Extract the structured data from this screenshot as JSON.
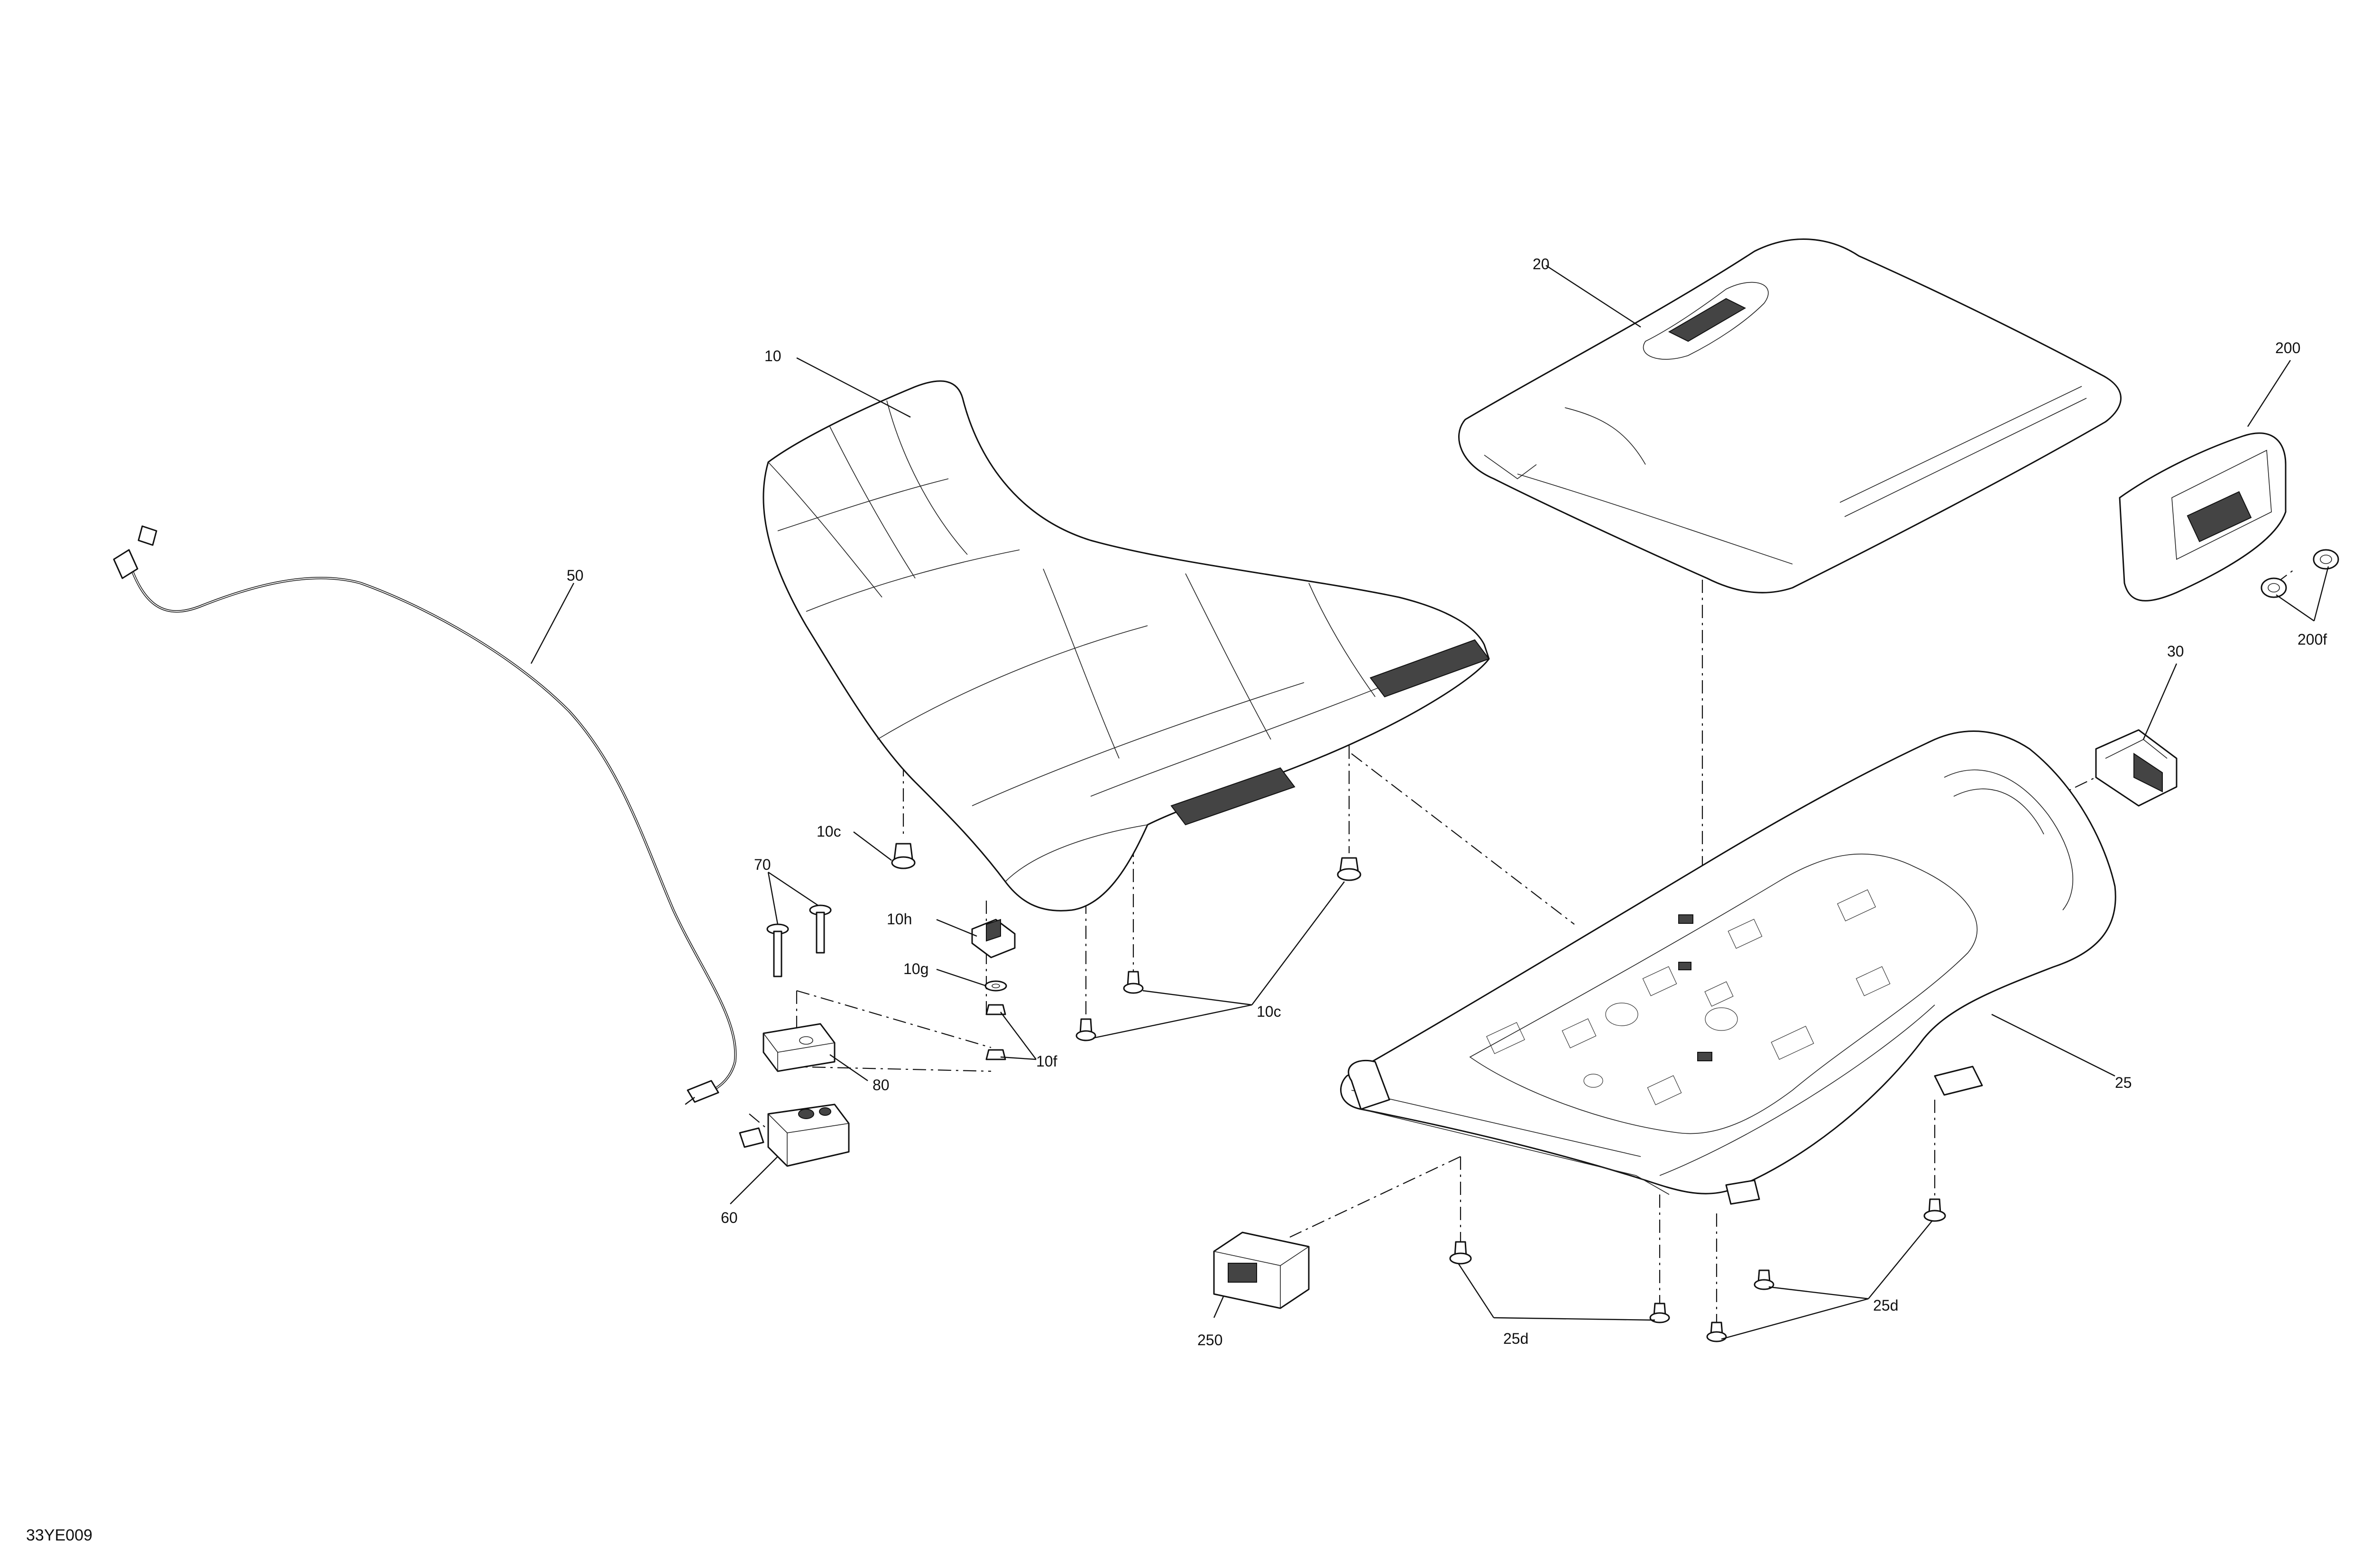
{
  "diagram": {
    "reference_code": "33YE009",
    "callouts": {
      "seat": "10",
      "seat_bumper": "10c",
      "nut_clip": "10h",
      "washer": "10g",
      "nut": "10f",
      "storage_lid": "20",
      "base_frame": "25",
      "base_bumper": "25d",
      "latch_bracket": "30",
      "cable": "50",
      "latch": "60",
      "screw": "70",
      "support": "80",
      "handle": "200",
      "handle_nut": "200f",
      "switch": "250"
    }
  }
}
